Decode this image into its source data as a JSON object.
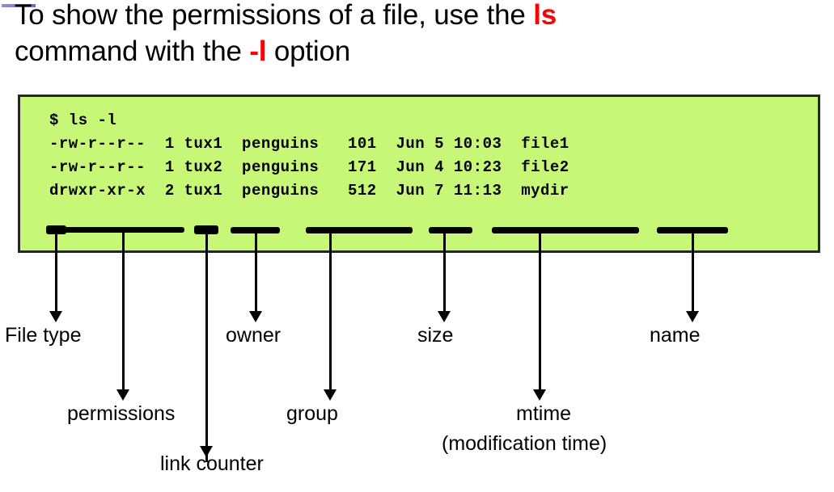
{
  "slide": {
    "bullet_marker": "bullet-dash",
    "heading": {
      "part1": "To show the permissions of a file, use the ",
      "keyword1": "ls",
      "part2": "\ncommand with the ",
      "keyword2": "-l",
      "part3": " option"
    }
  },
  "terminal": {
    "background_color": "#c6f776",
    "border_color": "#262626",
    "prompt_line": "$ ls -l",
    "columns": [
      "permissions",
      "links",
      "owner",
      "group",
      "size",
      "mtime",
      "name"
    ],
    "rows": [
      {
        "permissions": "-rw-r--r--",
        "links": "1",
        "owner": "tux1",
        "group": "penguins",
        "size": "101",
        "mtime": "Jun 5 10:03",
        "name": "file1"
      },
      {
        "permissions": "-rw-r--r--",
        "links": "1",
        "owner": "tux2",
        "group": "penguins",
        "size": "171",
        "mtime": "Jun 4 10:23",
        "name": "file2"
      },
      {
        "permissions": "drwxr-xr-x",
        "links": "2",
        "owner": "tux1",
        "group": "penguins",
        "size": "512",
        "mtime": "Jun 7 11:13",
        "name": "mydir"
      }
    ],
    "text_lines": [
      "$ ls -l",
      "-rw-r--r--  1 tux1  penguins  101  Jun 5 10:03  file1",
      "-rw-r--r--  1 tux2  penguins  171  Jun 4 10:23  file2",
      "drwxr-xr-x  2 tux1  penguins  512  Jun 7 11:13  mydir"
    ]
  },
  "annotations": {
    "file_type": "File type",
    "permissions": "permissions",
    "link_counter": "link counter",
    "owner": "owner",
    "group": "group",
    "size": "size",
    "mtime": "mtime",
    "mtime_expansion": "(modification time)",
    "name": "name"
  }
}
